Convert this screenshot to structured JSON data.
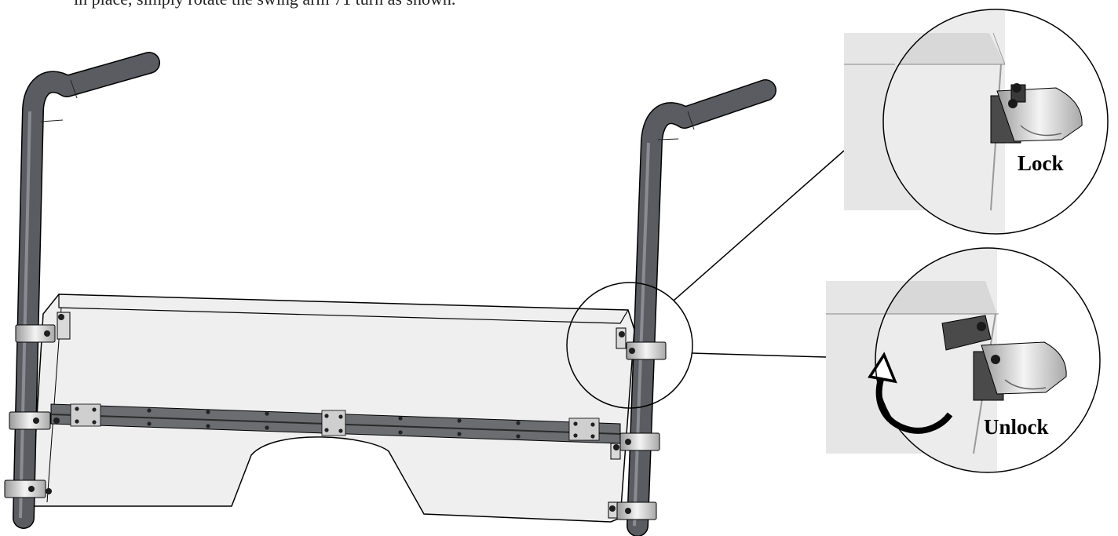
{
  "instruction_text": "in place, simply rotate the swing arm 71 turn as shown.",
  "labels": {
    "lock": "Lock",
    "unlock": "Unlock"
  },
  "colors": {
    "tube": "#55575c",
    "panel": "#eeeeee",
    "hinge": "#6e7074",
    "clamp": "#d8d8d8",
    "outline": "#000000"
  },
  "icons": {
    "rotate_arrow": "rotate-clockwise-arrow-icon"
  }
}
